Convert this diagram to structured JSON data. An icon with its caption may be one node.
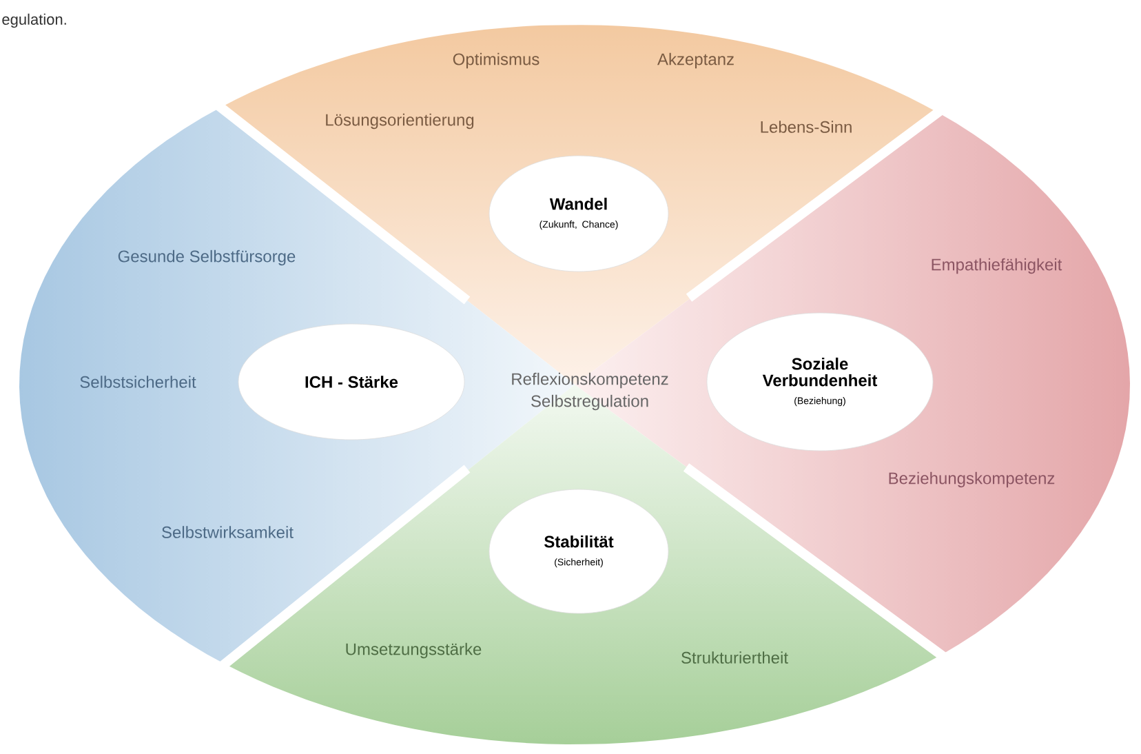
{
  "diagram": {
    "nodes": [
      {
        "text": [
          "Optimismus",
          "Akzeptanz",
          "Lösungsorientierung",
          "Lebens-Sinn"
        ]
      },
      {
        "text": [
          "Wandel",
          "(Zukunft, Chance)"
        ]
      },
      {
        "text": [
          "Gesunde Selbstfürsorge",
          "Selbstsicherheit",
          "Selbstwirksamkeit"
        ]
      },
      {
        "text": [
          "ICH - Stärke"
        ]
      },
      {
        "text": [
          "Empathiefähigkeit",
          "Beziehungskompetenz"
        ]
      },
      {
        "text": [
          "Soziale Verbundenheit",
          "(Beziehung)"
        ]
      },
      {
        "text": [
          "Umsetzungsstärke",
          "Strukturiertheit"
        ]
      },
      {
        "text": [
          "Stabilität",
          "(Sicherheit)"
        ]
      }
    ],
    "labels": [
      "egulation.",
      "Reflexionskompetenz Selbstregulation"
    ]
  }
}
